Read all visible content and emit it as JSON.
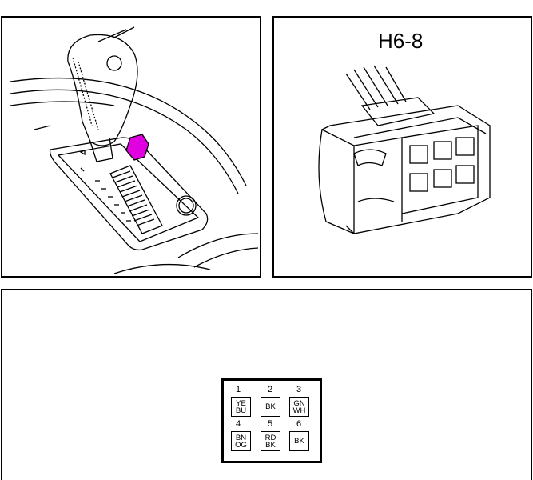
{
  "connector": {
    "label": "H6-8"
  },
  "pins": [
    {
      "number": "1",
      "line1": "YE",
      "line2": "BU"
    },
    {
      "number": "2",
      "line1": "BK",
      "line2": ""
    },
    {
      "number": "3",
      "line1": "GN",
      "line2": "WH"
    },
    {
      "number": "4",
      "line1": "BN",
      "line2": "OG"
    },
    {
      "number": "5",
      "line1": "RD",
      "line2": "BK"
    },
    {
      "number": "6",
      "line1": "BK",
      "line2": ""
    }
  ],
  "colors": {
    "highlight": "#e000e0",
    "line": "#000000"
  }
}
